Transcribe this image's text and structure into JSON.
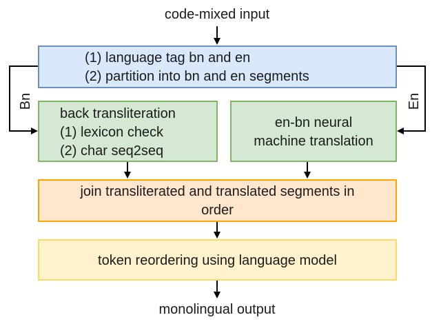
{
  "input_label": "code-mixed input",
  "output_label": "monolingual output",
  "step1": {
    "line1": "(1) language tag bn and en",
    "line2": "(2) partition into bn and en segments",
    "fill": "#dae8fc",
    "stroke": "#6c8ebf"
  },
  "branch_left": {
    "label": "Bn",
    "line1": "back transliteration",
    "line2": "(1) lexicon check",
    "line3": "(2) char seq2seq",
    "fill": "#d5e8d4",
    "stroke": "#82b366"
  },
  "branch_right": {
    "label": "En",
    "line1": "en-bn neural",
    "line2": "machine translation",
    "fill": "#d5e8d4",
    "stroke": "#82b366"
  },
  "join": {
    "line1": "join transliterated and translated segments in",
    "line2": "order",
    "fill": "#ffe6cc",
    "stroke": "#ffa500"
  },
  "reorder": {
    "text": "token reordering using language model",
    "fill": "#fff2cc",
    "stroke": "#ffd966"
  }
}
